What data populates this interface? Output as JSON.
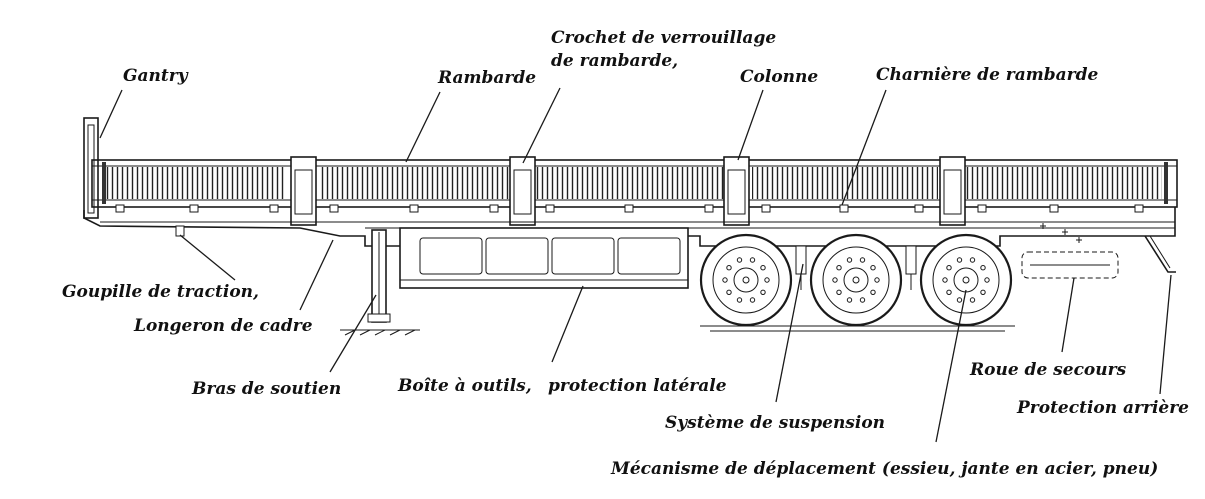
{
  "labels": {
    "gantry": "Gantry",
    "rambarde": "Rambarde",
    "crochet_line1": "Crochet de verrouillage",
    "crochet_line2": "de rambarde,",
    "colonne": "Colonne",
    "charniere": "Charnière de rambarde",
    "goupille": "Goupille de traction,",
    "longeron": "Longeron de cadre",
    "bras": "Bras de soutien",
    "boite": "Boîte à outils,",
    "protection_laterale": "protection latérale",
    "suspension": "Système de suspension",
    "roue_secours": "Roue de secours",
    "protection_arriere": "Protection arrière",
    "mecanisme": "Mécanisme de déplacement (essieu, jante en acier, pneu)"
  },
  "colors": {
    "ink": "#1a1a1a",
    "background": "#ffffff"
  }
}
